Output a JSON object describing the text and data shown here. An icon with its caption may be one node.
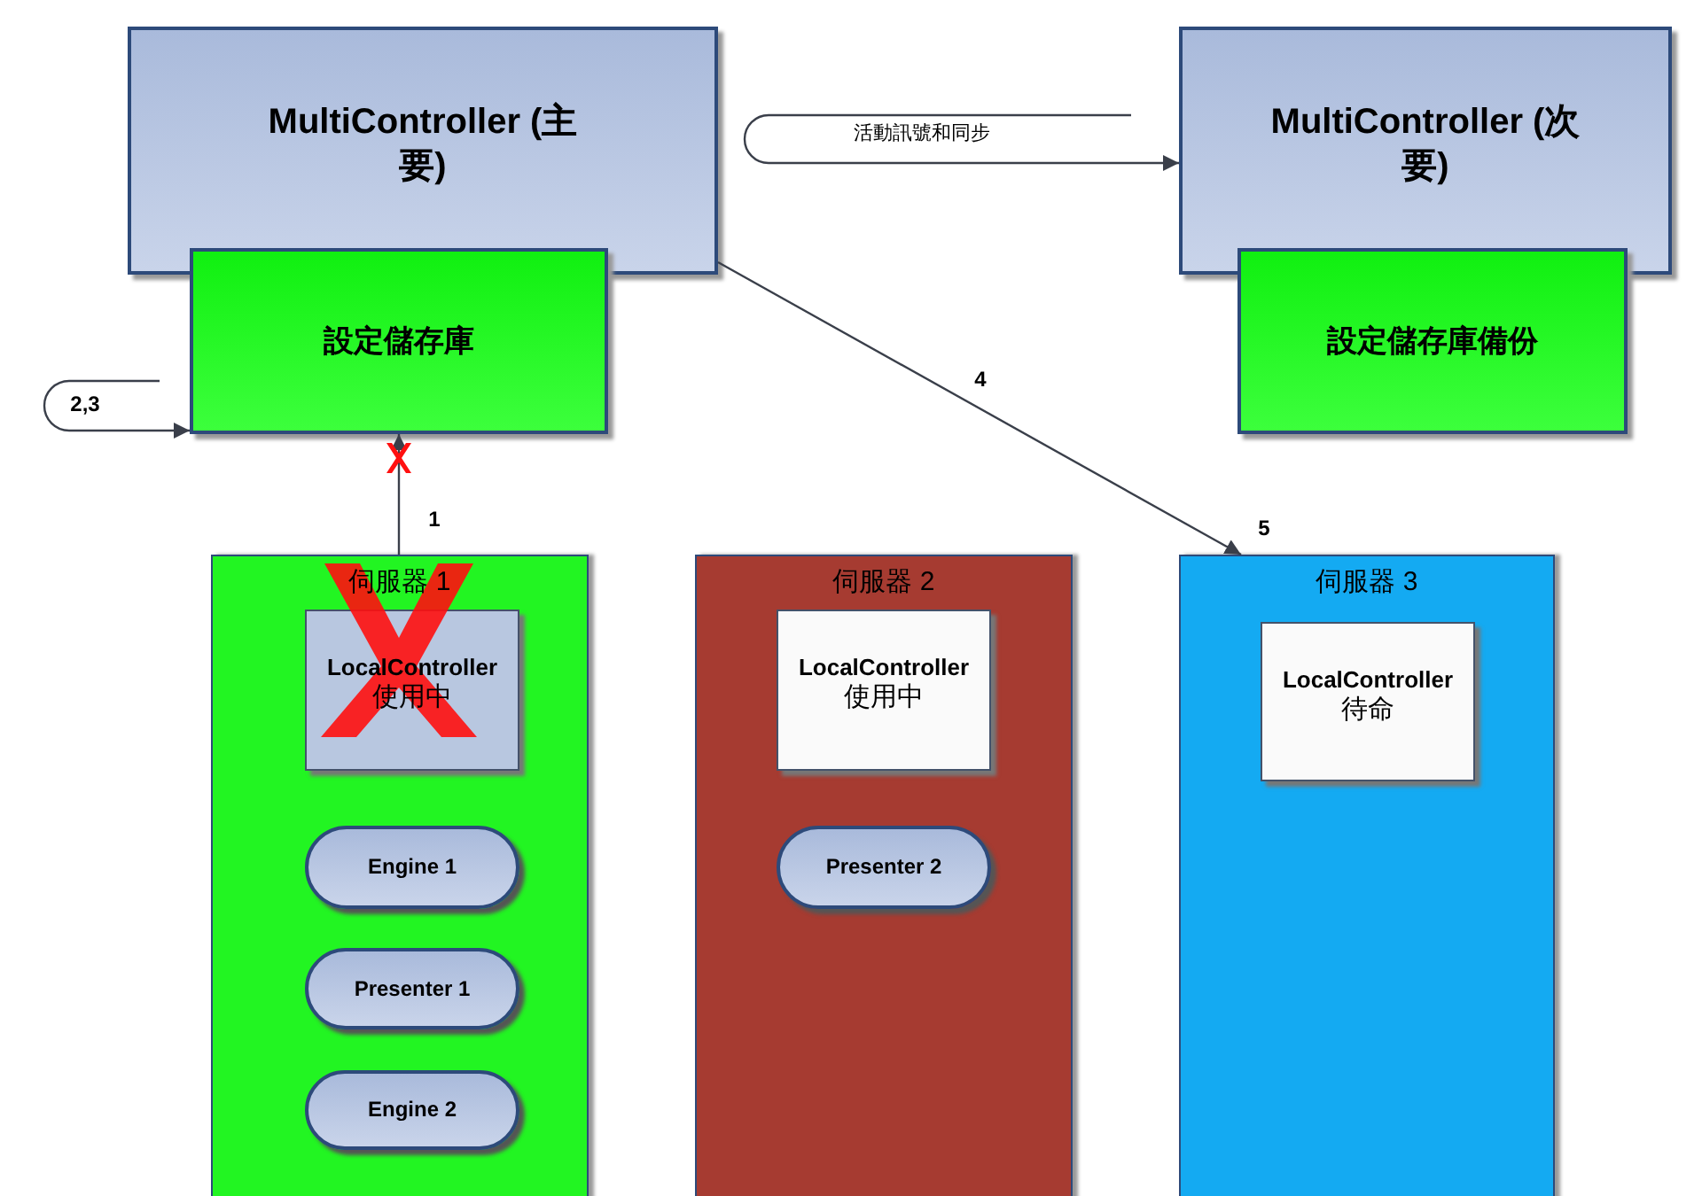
{
  "diagram": {
    "nodes": [
      {
        "text": [
          "MultiController (主要)"
        ]
      },
      {
        "text": [
          "設定儲存庫"
        ]
      },
      {
        "text": [
          "MultiController (次要)"
        ]
      },
      {
        "text": [
          "設定儲存庫備份"
        ]
      },
      {
        "text": [
          "伺服器 1"
        ]
      },
      {
        "text": [
          "LocalController",
          "使用中"
        ],
        "in": 4
      },
      {
        "text": [
          "Engine 1"
        ],
        "in": 4
      },
      {
        "text": [
          "Presenter 1"
        ],
        "in": 4
      },
      {
        "text": [
          "Engine 2"
        ],
        "in": 4
      },
      {
        "text": [
          "伺服器 2"
        ]
      },
      {
        "text": [
          "LocalController",
          "使用中"
        ],
        "in": 9
      },
      {
        "text": [
          "Presenter 2"
        ],
        "in": 9
      },
      {
        "text": [
          "伺服器 3"
        ]
      },
      {
        "text": [
          "LocalController",
          "待命"
        ],
        "in": 12
      }
    ],
    "edges": [
      {
        "from": null,
        "to": 2,
        "arrow": "to",
        "label": "活動訊號和同步"
      },
      {
        "from": null,
        "to": 1,
        "arrow": "to",
        "label": "2,3"
      },
      {
        "from": 4,
        "to": 1,
        "arrow": "to",
        "label": "1"
      },
      {
        "from": 0,
        "to": 12,
        "arrow": "to",
        "label": "4"
      }
    ],
    "labels": [
      "5"
    ]
  }
}
